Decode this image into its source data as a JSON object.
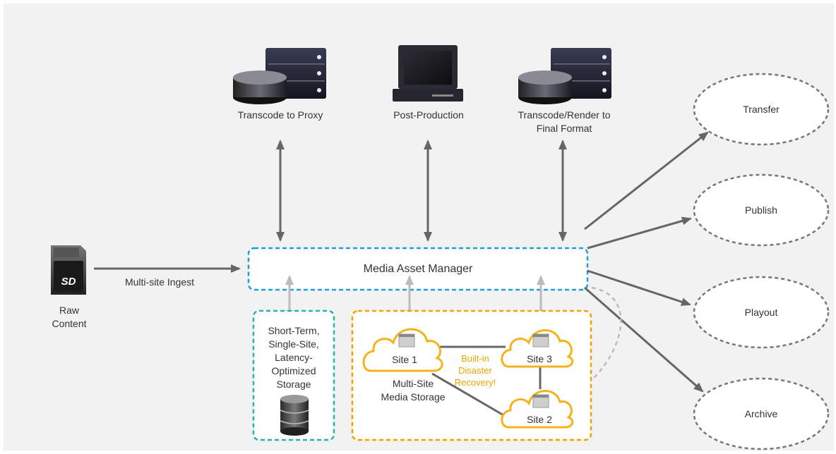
{
  "nodes": {
    "transcode_proxy": "Transcode to Proxy",
    "post_production": "Post-Production",
    "transcode_render_line1": "Transcode/Render to",
    "transcode_render_line2": "Final Format",
    "media_asset_manager": "Media Asset Manager",
    "raw_content_line1": "Raw",
    "raw_content_line2": "Content",
    "short_term_storage": [
      "Short-Term,",
      "Single-Site,",
      "Latency-",
      "Optimized",
      "Storage"
    ],
    "multi_site_storage_line1": "Multi-Site",
    "multi_site_storage_line2": "Media Storage",
    "site1": "Site 1",
    "site2": "Site 2",
    "site3": "Site 3",
    "disaster_recovery": [
      "Built-in",
      "Disaster",
      "Recovery!"
    ]
  },
  "edges": {
    "ingest": "Multi-site Ingest"
  },
  "outputs": [
    "Transfer",
    "Publish",
    "Playout",
    "Archive"
  ],
  "colors": {
    "background": "#f2f2f2",
    "arrow_dark": "#666666",
    "arrow_light": "#bbbbbb",
    "mam_border": "#1fa0d2",
    "short_term_border": "#2ab2b0",
    "multisite_border": "#f0a300",
    "cloud_outline": "#f5b21b",
    "ellipse_border": "#777777"
  }
}
